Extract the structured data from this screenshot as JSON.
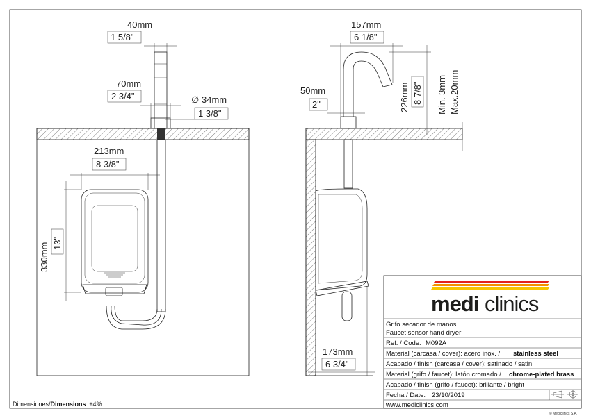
{
  "front": {
    "pipe_width_mm": "40mm",
    "pipe_width_in": "1 5/8\"",
    "base_width_mm": "70mm",
    "base_width_in": "2 3/4\"",
    "hole_diameter_mm": "34mm",
    "hole_diameter_in": "1 3/8\"",
    "diameter_symbol": "∅",
    "dryer_width_mm": "213mm",
    "dryer_width_in": "8 3/8\"",
    "dryer_height_mm": "330mm",
    "dryer_height_in": "13\""
  },
  "side": {
    "faucet_reach_mm": "157mm",
    "faucet_reach_in": "6 1/8\"",
    "base_mm": "50mm",
    "base_in": "2\"",
    "faucet_height_mm": "226mm",
    "faucet_height_in": "8 7/8\"",
    "thickness_min": "Min. 3mm",
    "thickness_max": "Max.20mm",
    "depth_mm": "173mm",
    "depth_in": "6 3/4\""
  },
  "footer": {
    "dimensions_label": "Dimensiones/",
    "dimensions_bold": "Dimensions",
    "tolerance": ". ±4%",
    "copyright": "© Mediclinics S.A."
  },
  "titleblock": {
    "brand_light": "medi",
    "brand_dark": "clinics",
    "colors": {
      "red": "#e3241b",
      "orange": "#f39200",
      "yellow": "#f7c600"
    },
    "product_es": "Grifo secador de manos",
    "product_en": "Faucet sensor hand dryer",
    "ref_label": "Ref. / Code:",
    "ref_value": "M092A",
    "mat_cover_label": "Material (carcasa / cover): acero inox. /",
    "mat_cover_value": "stainless steel",
    "fin_cover_label": "Acabado / finish (carcasa / cover): satinado / satin",
    "mat_faucet_label": "Material (grifo / faucet): latón cromado /",
    "mat_faucet_value": "chrome-plated brass",
    "fin_faucet_label": "Acabado / finish (grifo / faucet): brillante / bright",
    "date_label": "Fecha / Date:",
    "date_value": "23/10/2019",
    "website": "www.mediclinics.com"
  }
}
